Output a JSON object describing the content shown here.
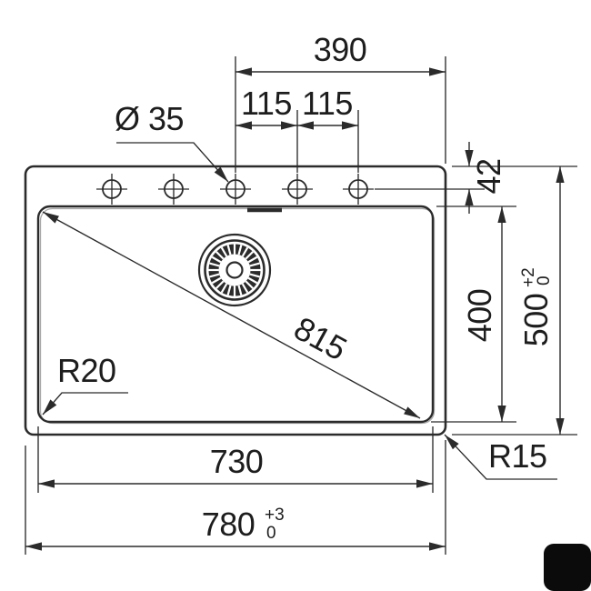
{
  "drawing": {
    "title": "sink-dimension-drawing",
    "colors": {
      "line": "#2b2b2b",
      "text": "#1d1d1d",
      "shadow": "#a8a8a8",
      "background": "#ffffff",
      "corner_mark": "#0b0b0b"
    },
    "labels": {
      "top_width": "390",
      "hole_pitch_left": "115",
      "hole_pitch_right": "115",
      "hole_diameter": "Ø 35",
      "rim_to_hole_axis": "42",
      "bowl_depth": "400",
      "overall_depth": {
        "value": "500",
        "tol_plus": "+2",
        "tol_minus": "0"
      },
      "bowl_diagonal": "815",
      "bowl_corner_radius": "R20",
      "outer_corner_radius": "R15",
      "bowl_width": "730",
      "overall_width": {
        "value": "780",
        "tol_plus": "+3",
        "tol_minus": "0"
      }
    }
  }
}
